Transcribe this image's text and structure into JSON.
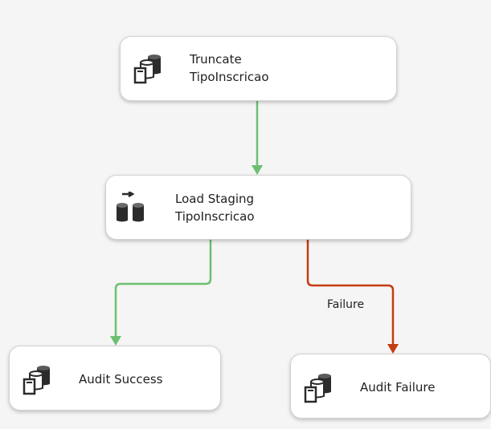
{
  "diagram": {
    "tasks": {
      "truncate": {
        "line1": "Truncate",
        "line2": "TipoInscricao",
        "icon": "sql-task-icon"
      },
      "load_staging": {
        "line1": "Load Staging",
        "line2": "TipoInscricao",
        "icon": "data-flow-icon"
      },
      "audit_success": {
        "label": "Audit Success",
        "icon": "sql-task-icon"
      },
      "audit_failure": {
        "label": "Audit Failure",
        "icon": "sql-task-icon"
      }
    },
    "constraints": [
      {
        "from": "truncate",
        "to": "load_staging",
        "type": "success",
        "label": ""
      },
      {
        "from": "load_staging",
        "to": "audit_success",
        "type": "success",
        "label": ""
      },
      {
        "from": "load_staging",
        "to": "audit_failure",
        "type": "failure",
        "label": "Failure"
      }
    ],
    "failure_label": "Failure",
    "colors": {
      "success": "#6cc070",
      "failure": "#c43c10",
      "background": "#f5f5f5",
      "box": "#ffffff"
    }
  }
}
